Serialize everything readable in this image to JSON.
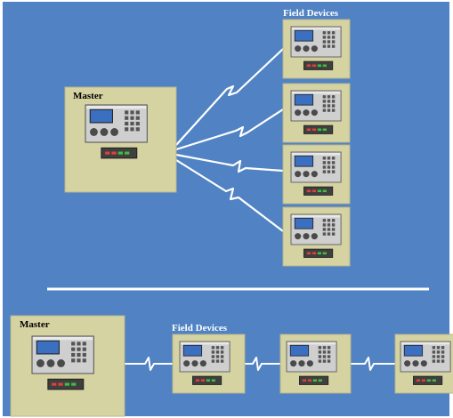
{
  "labels": {
    "master_top": "Master",
    "field_devices_top": "Field Devices",
    "master_bottom": "Master",
    "field_devices_bottom": "Field Devices"
  },
  "colors": {
    "background": "#5082c4",
    "box_fill": "#d6d3a3",
    "box_border": "#b8b48a",
    "wire": "#ffffff",
    "screen": "#3b6fc0",
    "unit_body": "#c9c9c9",
    "bar_dark": "#3f3f3f",
    "led_red": "#e0403a",
    "led_green": "#3fbf3f"
  },
  "icons": {
    "device": "controller-device-icon",
    "link": "lightning-zigzag-icon"
  }
}
